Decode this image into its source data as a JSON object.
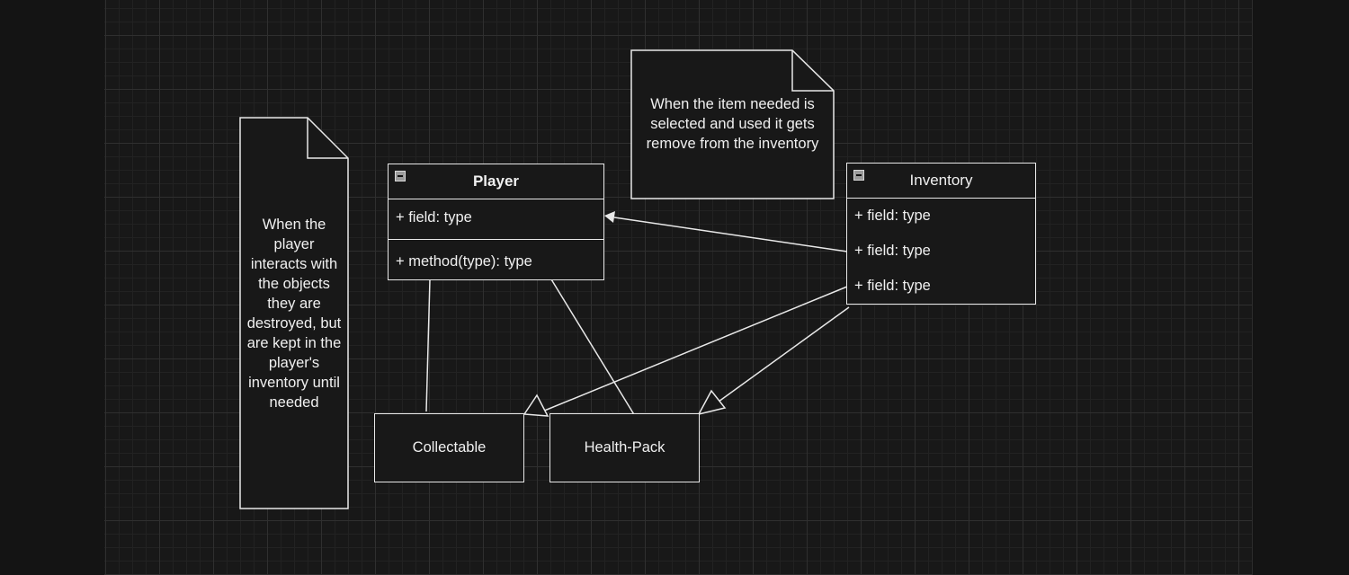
{
  "notes": {
    "player_note": [
      "When the",
      "player",
      "interacts with",
      "the objects",
      "they are",
      "destroyed, but",
      "are kept in the",
      "player's",
      "inventory until",
      "needed"
    ],
    "item_note": [
      "When the item needed is",
      "selected and used it gets",
      "remove from the inventory"
    ]
  },
  "player_class": {
    "name": "Player",
    "field": "+ field: type",
    "method": "+ method(type): type"
  },
  "inventory_class": {
    "name": "Inventory",
    "fields": [
      "+ field: type",
      "+ field: type",
      "+ field: type"
    ]
  },
  "nodes": {
    "collectable": "Collectable",
    "health_pack": "Health-Pack"
  },
  "edges": [
    {
      "from": "Inventory",
      "to": "Player",
      "kind": "association-arrow"
    },
    {
      "from": "Inventory",
      "to": "Collectable",
      "kind": "generalization"
    },
    {
      "from": "Inventory",
      "to": "Health-Pack",
      "kind": "generalization"
    },
    {
      "from": "Player",
      "to": "Collectable",
      "kind": "line"
    },
    {
      "from": "Player",
      "to": "Health-Pack",
      "kind": "line"
    }
  ],
  "colors": {
    "background": "#181818",
    "stroke": "#e8e8e8",
    "text": "#f0f0f0",
    "grid": "#2f2f2f"
  }
}
